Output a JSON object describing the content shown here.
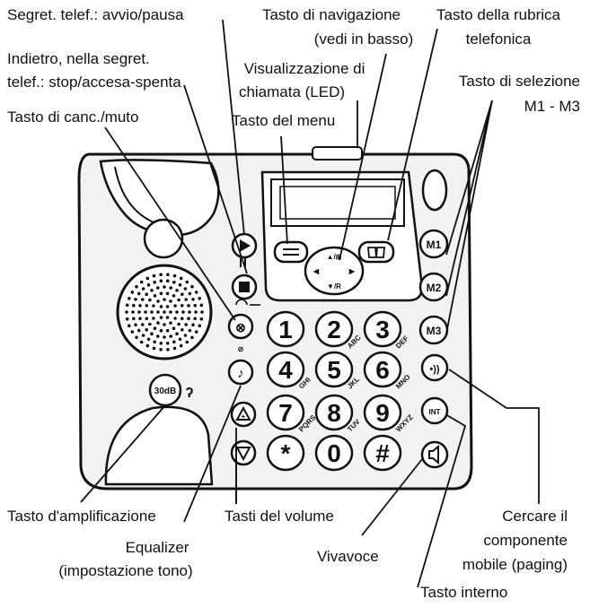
{
  "labels": {
    "segret_avvio": "Segret. telef.: avvio/pausa",
    "navigazione_1": "Tasto di navigazione",
    "navigazione_2": "(vedi in basso)",
    "rubrica_1": "Tasto della rubrica",
    "rubrica_2": "telefonica",
    "indietro_1": "Indietro, nella segret.",
    "indietro_2": "telef.: stop/accesa-spenta",
    "visualizzazione_1": "Visualizzazione di",
    "visualizzazione_2": "chiamata (LED)",
    "selezione_1": "Tasto di selezione",
    "selezione_2": "M1 - M3",
    "canc_muto": "Tasto di canc./muto",
    "menu": "Tasto del menu",
    "amplificazione": "Tasto d'amplificazione",
    "volume": "Tasti del volume",
    "cercare_1": "Cercare il",
    "cercare_2": "componente",
    "cercare_3": "mobile (paging)",
    "equalizer_1": "Equalizer",
    "equalizer_2": "(impostazione tono)",
    "vivavoce": "Vivavoce",
    "interno": "Tasto interno"
  },
  "keys": {
    "digits": [
      "1",
      "2",
      "3",
      "4",
      "5",
      "6",
      "7",
      "8",
      "9",
      "*",
      "0",
      "#"
    ],
    "letters": [
      "",
      "ABC",
      "DEF",
      "GHI",
      "JKL",
      "MNO",
      "PQRS",
      "TUV",
      "WXYZ",
      "",
      "",
      ""
    ],
    "memory": [
      "M1",
      "M2",
      "M3"
    ],
    "boost": "30dB",
    "int": "INT"
  }
}
